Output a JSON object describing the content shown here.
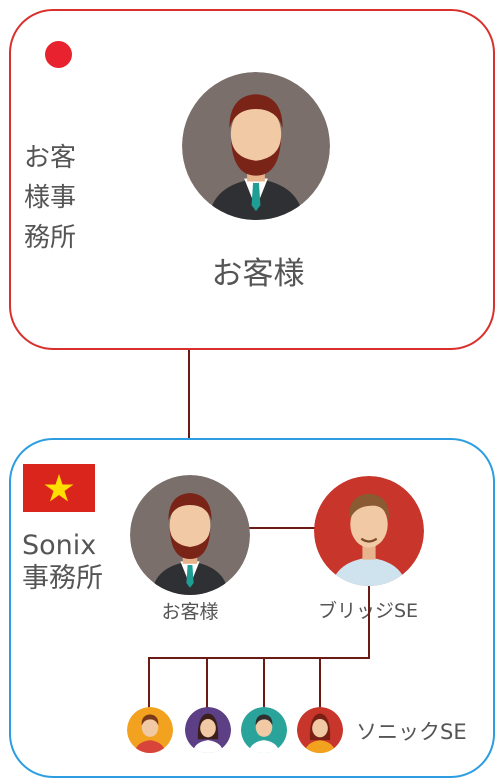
{
  "top_group": {
    "side_label_lines": [
      "お客",
      "様事",
      "務所"
    ],
    "person_label": "お客様",
    "border_color": "#d9302c",
    "flag": "japan-flag-icon"
  },
  "bottom_group": {
    "office_name_line1": "Sonix",
    "office_name_line2": "事務所",
    "customer_label": "お客様",
    "bridge_label": "ブリッジSE",
    "team_label": "ソニックSE",
    "border_color": "#2b9de0",
    "flag": "vietnam-flag-icon"
  },
  "colors": {
    "connector": "#6b1a14",
    "text": "#555555",
    "customer_avatar_bg": "#7a6f6b",
    "bridge_avatar_bg": "#c8352a",
    "team_avatar_bgs": [
      "#f2a21e",
      "#5c3f85",
      "#2aa39a",
      "#c8352a"
    ]
  }
}
